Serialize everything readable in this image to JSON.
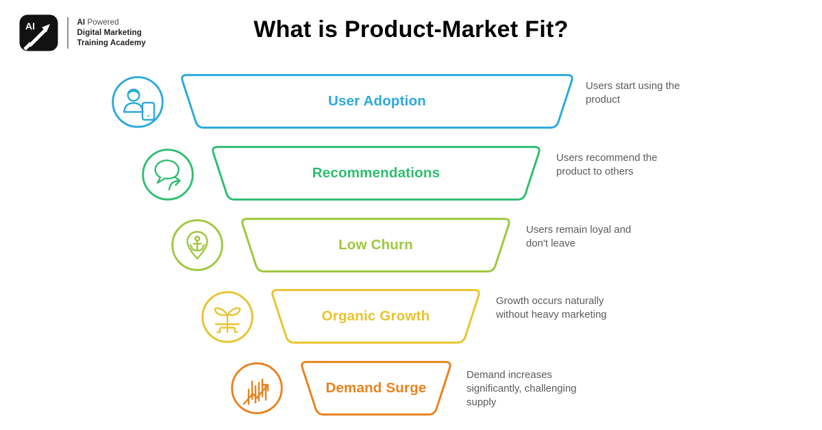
{
  "title": "What is Product-Market Fit?",
  "logo": {
    "mark_text": "AI",
    "line1_bold": "AI",
    "line1_rest": " Powered",
    "line2": "Digital Marketing",
    "line3": "Training Academy"
  },
  "colors": {
    "background": "#ffffff",
    "title_text": "#000000",
    "description_text": "#5b5b5b",
    "logo_mark_bg": "#121212"
  },
  "funnel": {
    "type": "funnel-diagram",
    "direction": "top-wide-to-bottom-narrow",
    "stages": [
      {
        "label": "User Adoption",
        "description": "Users start using the product",
        "color": "#2BA9DC",
        "icon": "user-with-tablet-icon"
      },
      {
        "label": "Recommendations",
        "description": "Users recommend the product to others",
        "color": "#2EBE70",
        "icon": "speech-bubbles-share-icon"
      },
      {
        "label": "Low Churn",
        "description": "Users remain loyal and don't leave",
        "color": "#9EC73C",
        "icon": "anchor-pin-icon"
      },
      {
        "label": "Organic Growth",
        "description": "Growth occurs naturally without heavy marketing",
        "color": "#EAC32D",
        "icon": "plant-roots-icon"
      },
      {
        "label": "Demand Surge",
        "description": "Demand increases significantly, challenging supply",
        "color": "#E8821F",
        "icon": "surge-chart-icon"
      }
    ]
  }
}
